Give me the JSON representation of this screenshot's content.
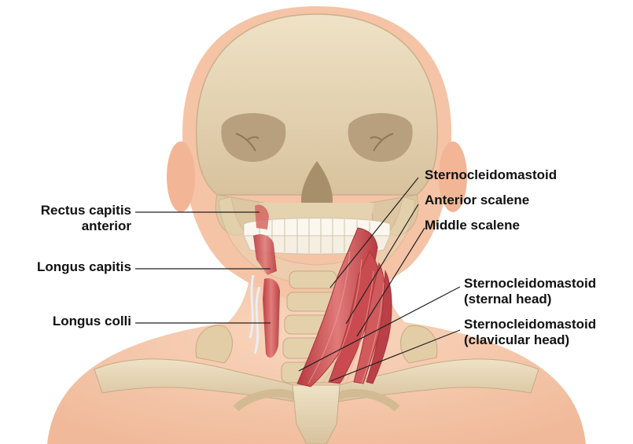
{
  "labels": {
    "rectus_capitis_anterior": [
      "Rectus capitis",
      "anterior"
    ],
    "longus_capitis": "Longus capitis",
    "longus_colli": "Longus colli",
    "sternocleidomastoid": "Sternocleidomastoid",
    "anterior_scalene": "Anterior scalene",
    "middle_scalene": "Middle scalene",
    "scm_sternal_head": [
      "Sternocleidomastoid",
      "(sternal head)"
    ],
    "scm_clavicular_head": [
      "Sternocleidomastoid",
      "(clavicular head)"
    ]
  },
  "colors": {
    "skin": "#f6c9ad",
    "skin_shadow": "#eeb08f",
    "bone": "#e7d6b5",
    "bone_shadow": "#c9b08a",
    "muscle": "#c8454a",
    "muscle_light": "#e07a78",
    "leader_line": "#222222"
  }
}
